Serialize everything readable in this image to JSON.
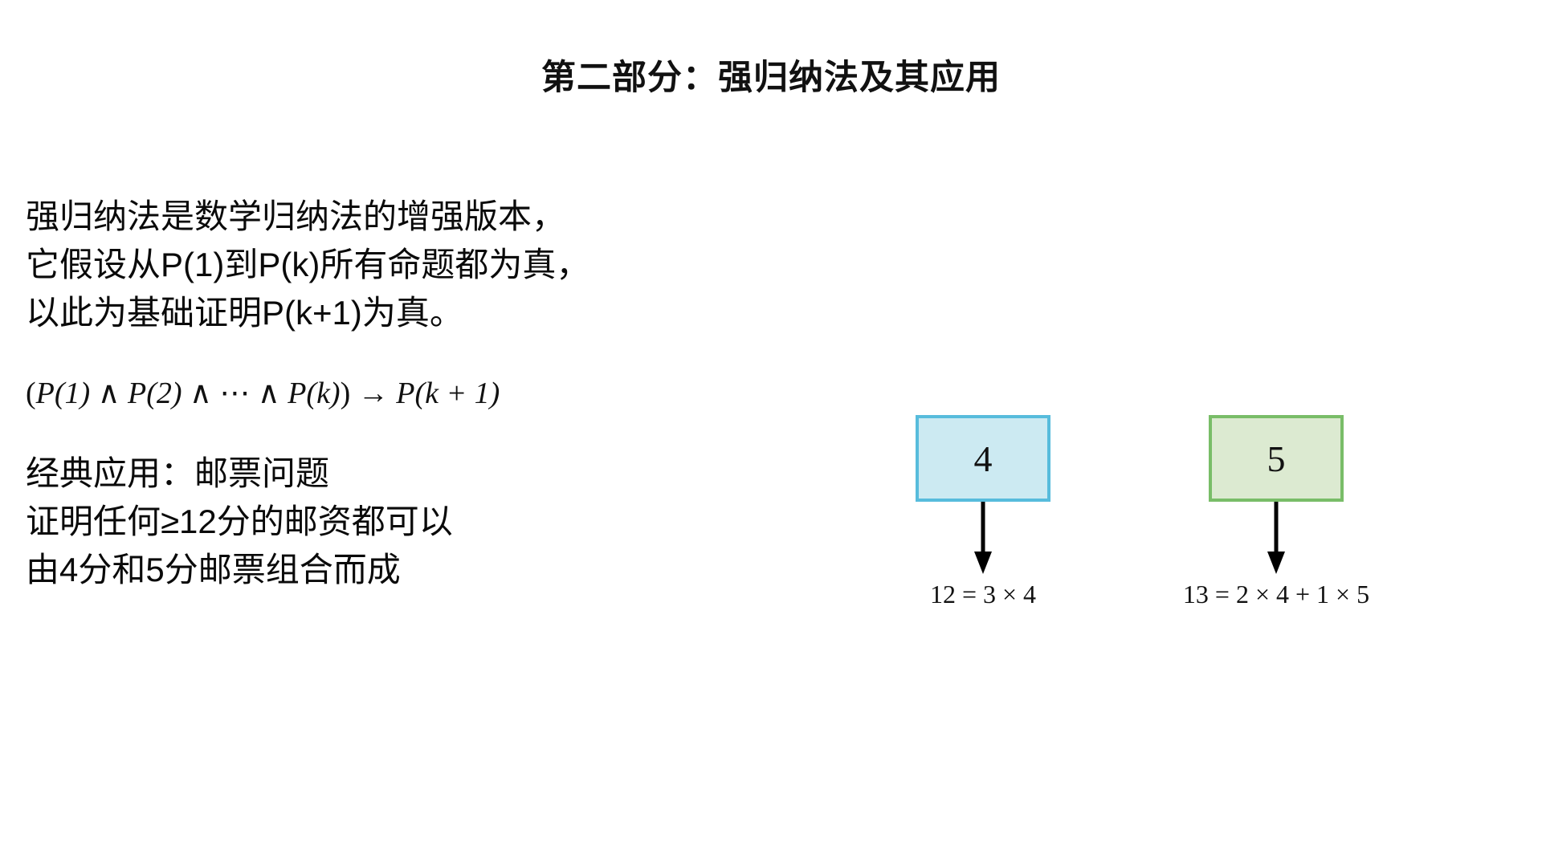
{
  "slide": {
    "title": "第二部分：强归纳法及其应用",
    "background_color": "#ffffff",
    "text_color": "#0a0a0a"
  },
  "body": {
    "paragraph_1": {
      "lines": [
        "强归纳法是数学归纳法的增强版本，",
        "它假设从P(1)到P(k)所有命题都为真，",
        "以此为基础证明P(k+1)为真。"
      ]
    },
    "formula": {
      "text": "(P(1) ∧ P(2) ∧ ⋯ ∧ P(k)) → P(k + 1)",
      "parts": {
        "open": "(",
        "p1": "P(1)",
        "and1": " ∧ ",
        "p2": "P(2)",
        "and2": " ∧ ",
        "dots": "⋯",
        "and3": " ∧ ",
        "pk": "P(k)",
        "close": ")",
        "implies": " → ",
        "pk1": "P(k + 1)"
      }
    },
    "paragraph_2": {
      "lines": [
        "经典应用：邮票问题",
        "证明任何≥12分的邮资都可以",
        "由4分和5分邮票组合而成"
      ]
    }
  },
  "diagram": {
    "nodes": [
      {
        "label": "4",
        "fill_color": "#cceaf2",
        "border_color": "#57bcdc",
        "arrow_color": "#000000",
        "caption": "12 = 3 × 4"
      },
      {
        "label": "5",
        "fill_color": "#dcead1",
        "border_color": "#79bd68",
        "arrow_color": "#000000",
        "caption": "13 = 2 × 4 + 1 × 5"
      }
    ]
  }
}
